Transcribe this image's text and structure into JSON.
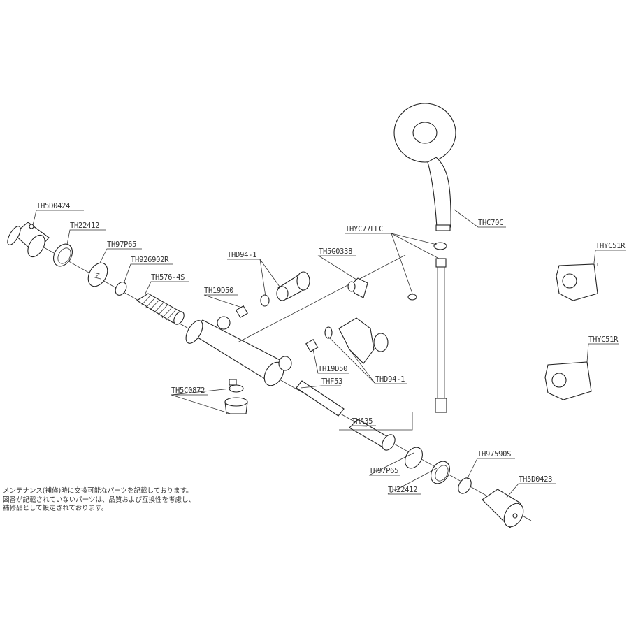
{
  "labels": {
    "th5d0424": "TH5D0424",
    "th22412_a": "TH22412",
    "th97p65_a": "TH97P65",
    "th926902r": "TH926902R",
    "th576_4s": "TH576-4S",
    "thd94_1_a": "THD94-1",
    "th19d50_a": "TH19D50",
    "th5g0338": "TH5G0338",
    "thyc77llc": "THYC77LLC",
    "thc70c": "THC70C",
    "thyc51r_a": "THYC51R",
    "thyc51r_b": "THYC51R",
    "th19d50_b": "TH19D50",
    "thd94_1_b": "THD94-1",
    "th5c0872": "TH5C0872",
    "thf53": "THF53",
    "tha35": "THA35",
    "th97p65_b": "TH97P65",
    "th22412_b": "TH22412",
    "th97590s": "TH97590S",
    "th5d0423": "TH5D0423"
  },
  "note": [
    "メンテナンス(補修)時に交換可能なパーツを記載しております。",
    "図番が記載されていないパーツは、品質および互換性を考慮し、",
    "補修品として設定されております。"
  ]
}
